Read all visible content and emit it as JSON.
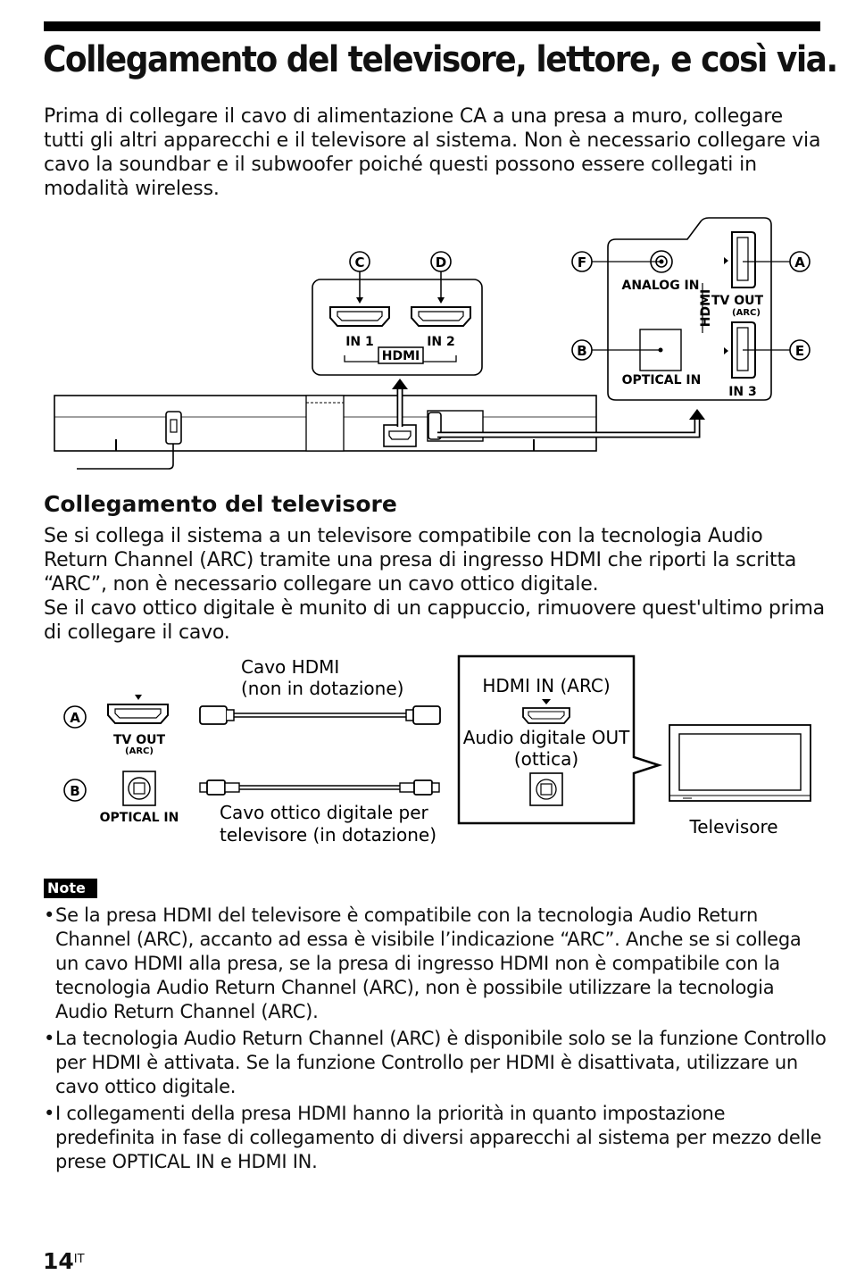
{
  "page": {
    "title": "Collegamento del televisore, lettore, e così via.",
    "intro": "Prima di collegare il cavo di alimentazione CA a una presa a muro, collegare tutti gli altri apparecchi e il televisore al sistema. Non è necessario collegare via cavo la soundbar e il subwoofer poiché questi possono essere collegati in modalità wireless.",
    "page_number": "14",
    "page_suffix": "IT"
  },
  "diagram1": {
    "callouts": {
      "a": "A",
      "b": "B",
      "c": "C",
      "d": "D",
      "e": "E",
      "f": "F"
    },
    "in1": "IN 1",
    "in2": "IN 2",
    "hdmi": "HDMI",
    "analog_in": "ANALOG IN",
    "optical_in": "OPTICAL IN",
    "tv_out": "TV OUT",
    "arc": "(ARC)",
    "in3": "IN 3"
  },
  "section_tv": {
    "heading": "Collegamento del televisore",
    "text": "Se si collega il sistema a un televisore compatibile con la tecnologia Audio Return Channel (ARC) tramite una presa di ingresso HDMI che riporti la scritta “ARC”, non è necessario collegare un cavo ottico digitale.\nSe il cavo ottico digitale è munito di un cappuccio, rimuovere quest'ultimo prima di collegare il cavo."
  },
  "diagram2": {
    "a_label": "A",
    "b_label": "B",
    "tv_out": "TV OUT",
    "arc": "(ARC)",
    "optical_in": "OPTICAL IN",
    "hdmi_cable_line1": "Cavo HDMI",
    "hdmi_cable_line2": "(non in dotazione)",
    "optical_cable_line1": "Cavo ottico digitale per",
    "optical_cable_line2": "televisore (in dotazione)",
    "hdmi_in_arc": "HDMI IN (ARC)",
    "audio_out_line1": "Audio digitale OUT",
    "audio_out_line2": "(ottica)",
    "tv_label": "Televisore"
  },
  "notes": {
    "badge": "Note",
    "bullet": "•",
    "items": [
      "Se la presa HDMI del televisore è compatibile con la tecnologia Audio Return Channel (ARC), accanto ad essa è visibile l’indicazione “ARC”. Anche se si collega un cavo HDMI alla presa, se la presa di ingresso HDMI non è compatibile con la tecnologia Audio Return Channel (ARC), non è possibile utilizzare la tecnologia Audio Return Channel (ARC).",
      "La tecnologia Audio Return Channel (ARC) è disponibile solo se la funzione Controllo per HDMI è attivata. Se la funzione Controllo per HDMI è disattivata, utilizzare un cavo ottico digitale.",
      "I collegamenti della presa HDMI hanno la priorità in quanto impostazione predefinita in fase di collegamento di diversi apparecchi al sistema per mezzo delle prese OPTICAL IN e HDMI IN."
    ]
  }
}
